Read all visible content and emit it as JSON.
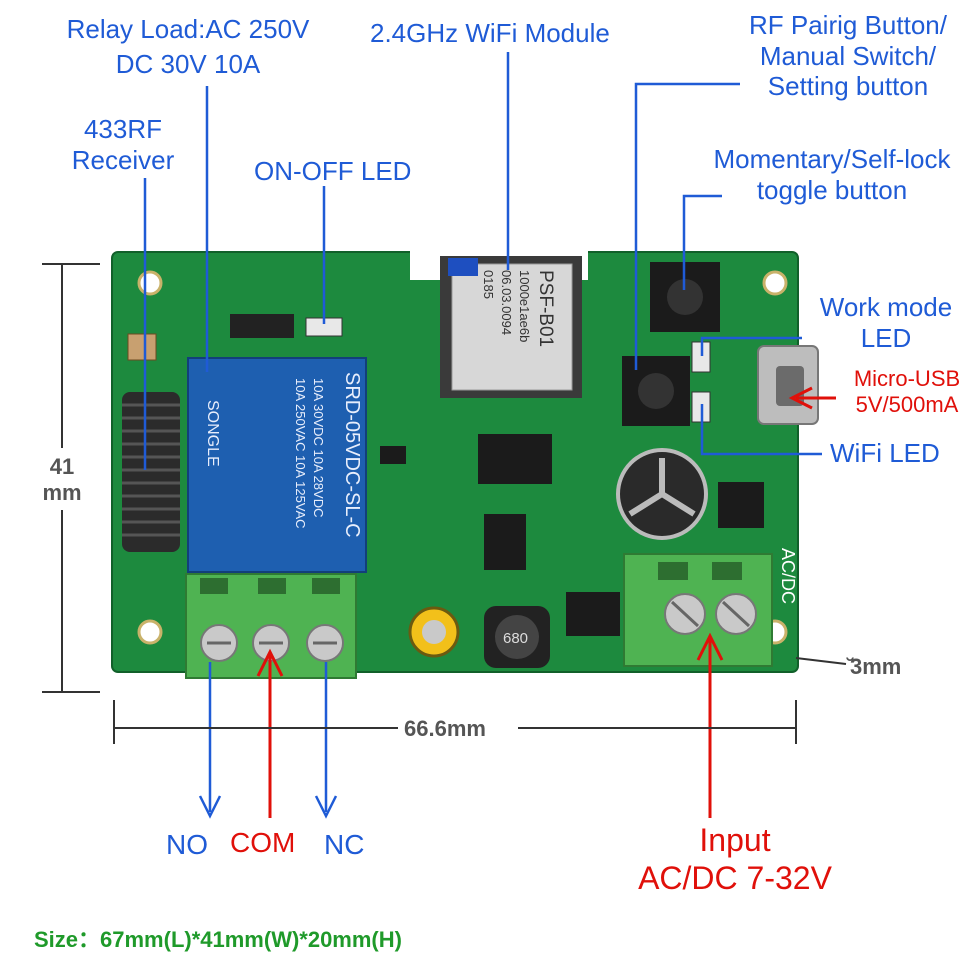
{
  "labels": {
    "relay_load_line1": "Relay Load:AC 250V",
    "relay_load_line2": "DC 30V 10A",
    "rf_receiver_line1": "433RF",
    "rf_receiver_line2": "Receiver",
    "wifi_module": "2.4GHz WiFi Module",
    "on_off_led": "ON-OFF LED",
    "rf_button_line1": "RF Pairig Button/",
    "rf_button_line2": "Manual Switch/",
    "rf_button_line3": "Setting button",
    "toggle_line1": "Momentary/Self-lock",
    "toggle_line2": "toggle button",
    "work_mode_line1": "Work mode",
    "work_mode_line2": "LED",
    "micro_usb_line1": "Micro-USB",
    "micro_usb_line2": "5V/500mA",
    "wifi_led": "WiFi LED",
    "no": "NO",
    "com": "COM",
    "nc": "NC",
    "input_line1": "Input",
    "input_line2": "AC/DC 7-32V"
  },
  "dimensions": {
    "height_value": "41",
    "height_unit": "mm",
    "width": "66.6mm",
    "hole": "̆3mm"
  },
  "size_note": "Size：67mm(L)*41mm(W)*20mm(H)",
  "board_print": {
    "relay_brand": "SONGLE",
    "relay_model": "SRD-05VDC-SL-C",
    "relay_rating_a": "10A 250VAC  10A 125VAC",
    "relay_rating_b": "10A 30VDC   10A 28VDC",
    "module_line1": "PSF-B01",
    "module_line2": "1000e1ae6b",
    "module_line3": "06.03.0094",
    "module_line4": "0185",
    "terminal_label": "AC/DC",
    "inductor": "680"
  },
  "colors": {
    "label_blue": "#1f5bd6",
    "label_red": "#e0100a",
    "pcb_green": "#1d8a3e",
    "terminal_green": "#4fb352",
    "relay_blue": "#1e5fb0",
    "size_green": "#1f9a2a"
  }
}
